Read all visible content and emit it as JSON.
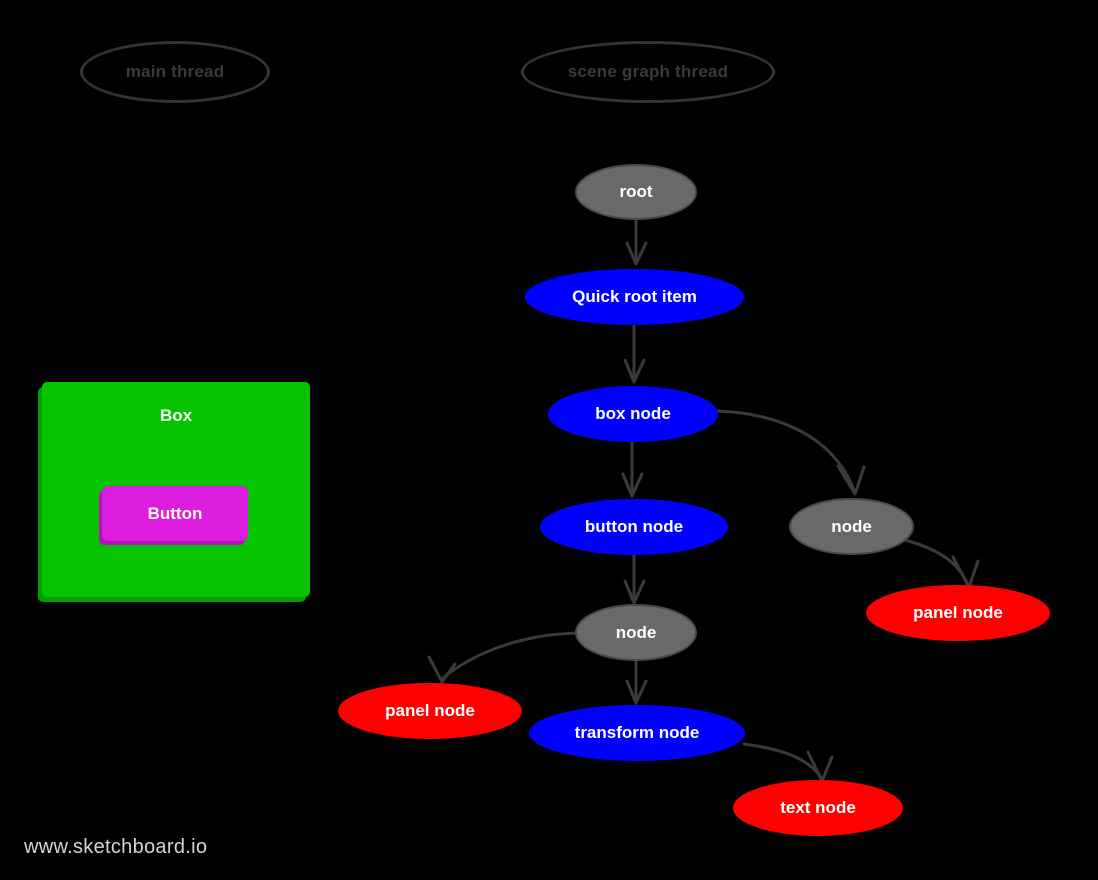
{
  "diagram": {
    "background_color": "#000000",
    "watermark": "www.sketchboard.io",
    "colors": {
      "gray_node": "#696969",
      "gray_node_border": "#4a4a4a",
      "blue_node": "#0000ff",
      "red_node": "#ff0000",
      "green_box": "#07c400",
      "green_box_shadow": "#04a000",
      "magenta_button": "#dd1ddd",
      "magenta_button_shadow": "#b810b8",
      "edge": "#3a3a3a",
      "thread_label_text": "#3a3a3a",
      "node_text": "#ffffff",
      "watermark_text": "#d4d4d4"
    },
    "threads": [
      {
        "id": "main-thread",
        "label": "main thread"
      },
      {
        "id": "scene-graph-thread",
        "label": "scene graph thread"
      }
    ],
    "widgets": {
      "box": {
        "label": "Box",
        "button": {
          "label": "Button"
        }
      }
    },
    "nodes": [
      {
        "id": "root",
        "label": "root",
        "color": "gray"
      },
      {
        "id": "quick-root-item",
        "label": "Quick root item",
        "color": "blue"
      },
      {
        "id": "box-node",
        "label": "box node",
        "color": "blue"
      },
      {
        "id": "node-right",
        "label": "node",
        "color": "gray"
      },
      {
        "id": "panel-node-right",
        "label": "panel node",
        "color": "red"
      },
      {
        "id": "button-node",
        "label": "button node",
        "color": "blue"
      },
      {
        "id": "node-center",
        "label": "node",
        "color": "gray"
      },
      {
        "id": "panel-node-left",
        "label": "panel node",
        "color": "red"
      },
      {
        "id": "transform-node",
        "label": "transform node",
        "color": "blue"
      },
      {
        "id": "text-node",
        "label": "text node",
        "color": "red"
      }
    ],
    "edges": [
      {
        "from": "root",
        "to": "quick-root-item"
      },
      {
        "from": "quick-root-item",
        "to": "box-node"
      },
      {
        "from": "box-node",
        "to": "button-node"
      },
      {
        "from": "box-node",
        "to": "node-right"
      },
      {
        "from": "node-right",
        "to": "panel-node-right"
      },
      {
        "from": "button-node",
        "to": "node-center"
      },
      {
        "from": "node-center",
        "to": "panel-node-left"
      },
      {
        "from": "node-center",
        "to": "transform-node"
      },
      {
        "from": "transform-node",
        "to": "text-node"
      }
    ]
  }
}
